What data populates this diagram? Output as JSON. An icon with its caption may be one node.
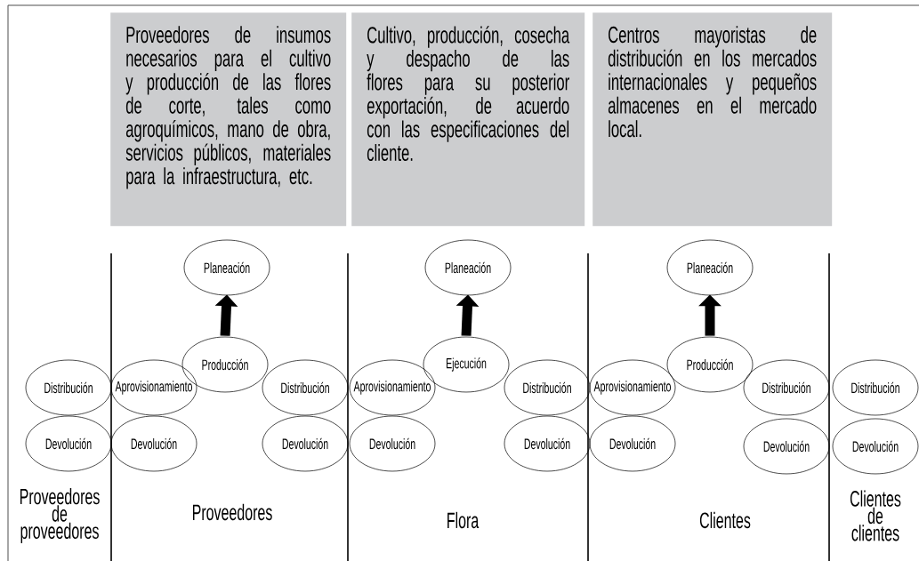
{
  "diagram": {
    "nodes": [
      {
        "text": [
          "Proveedores de insumos necesarios para el cultivo y producción de las flores de corte, tales como agroquímicos, mano de obra, servicios públicos, materiales para la infraestructura, etc."
        ]
      },
      {
        "text": [
          "Cultivo, producción, cosecha y despacho de las flores para su posterior exportación, de acuerdo con las especificaciones del cliente."
        ]
      },
      {
        "text": [
          "Centros mayoristas de distribución en los mercados internacionales y pequeños almacenes en el mercado local."
        ]
      },
      {
        "text": [
          "Distribución"
        ]
      },
      {
        "text": [
          "Devolución"
        ]
      },
      {
        "text": [
          "Planeación"
        ]
      },
      {
        "text": [
          "Producción"
        ]
      },
      {
        "text": [
          "Aprovisionamiento"
        ]
      },
      {
        "text": [
          "Devolución"
        ]
      },
      {
        "text": [
          "Distribución"
        ]
      },
      {
        "text": [
          "Devolución"
        ]
      },
      {
        "text": [
          "Planeación"
        ]
      },
      {
        "text": [
          "Ejecución"
        ]
      },
      {
        "text": [
          "Aprovisionamiento"
        ]
      },
      {
        "text": [
          "Devolución"
        ]
      },
      {
        "text": [
          "Distribución"
        ]
      },
      {
        "text": [
          "Devolución"
        ]
      },
      {
        "text": [
          "Planeación"
        ]
      },
      {
        "text": [
          "Producción"
        ]
      },
      {
        "text": [
          "Aprovisionamiento"
        ]
      },
      {
        "text": [
          "Devolución"
        ]
      },
      {
        "text": [
          "Distribución"
        ]
      },
      {
        "text": [
          "Devolución"
        ]
      },
      {
        "text": [
          "Distribución"
        ]
      },
      {
        "text": [
          "Devolución"
        ]
      }
    ],
    "edges": [
      {
        "from": 6,
        "to": 5,
        "arrow": "to"
      },
      {
        "from": 12,
        "to": 11,
        "arrow": "to"
      },
      {
        "from": 18,
        "to": 17,
        "arrow": "to"
      }
    ],
    "labels": [
      "Proveedores de proveedores",
      "Proveedores",
      "Flora",
      "Clientes",
      "Clientes de clientes"
    ]
  }
}
